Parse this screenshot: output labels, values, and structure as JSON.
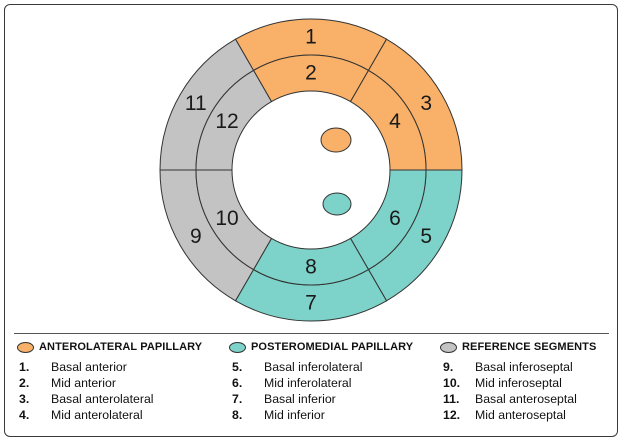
{
  "colors": {
    "orange": "#f9b169",
    "teal": "#7dd3c9",
    "gray": "#c3c3c3",
    "stroke": "#333333"
  },
  "segments": [
    {
      "number": "1",
      "group": "anterolateral"
    },
    {
      "number": "2",
      "group": "anterolateral"
    },
    {
      "number": "3",
      "group": "anterolateral"
    },
    {
      "number": "4",
      "group": "anterolateral"
    },
    {
      "number": "5",
      "group": "posteromedial"
    },
    {
      "number": "6",
      "group": "posteromedial"
    },
    {
      "number": "7",
      "group": "posteromedial"
    },
    {
      "number": "8",
      "group": "posteromedial"
    },
    {
      "number": "9",
      "group": "reference"
    },
    {
      "number": "10",
      "group": "reference"
    },
    {
      "number": "11",
      "group": "reference"
    },
    {
      "number": "12",
      "group": "reference"
    }
  ],
  "legend": {
    "groups": [
      {
        "id": "anterolateral",
        "label": "ANTEROLATERAL PAPILLARY"
      },
      {
        "id": "posteromedial",
        "label": "POSTEROMEDIAL PAPILLARY"
      },
      {
        "id": "reference",
        "label": "REFERENCE SEGMENTS"
      }
    ],
    "columns": [
      [
        {
          "num": "1.",
          "text": "Basal anterior"
        },
        {
          "num": "2.",
          "text": "Mid anterior"
        },
        {
          "num": "3.",
          "text": "Basal anterolateral"
        },
        {
          "num": "4.",
          "text": "Mid anterolateral"
        }
      ],
      [
        {
          "num": "5.",
          "text": "Basal inferolateral"
        },
        {
          "num": "6.",
          "text": "Mid inferolateral"
        },
        {
          "num": "7.",
          "text": "Basal inferior"
        },
        {
          "num": "8.",
          "text": "Mid inferior"
        }
      ],
      [
        {
          "num": "9.",
          "text": "Basal inferoseptal"
        },
        {
          "num": "10.",
          "text": "Mid inferoseptal"
        },
        {
          "num": "11.",
          "text": "Basal anteroseptal"
        },
        {
          "num": "12.",
          "text": "Mid anteroseptal"
        }
      ]
    ]
  }
}
